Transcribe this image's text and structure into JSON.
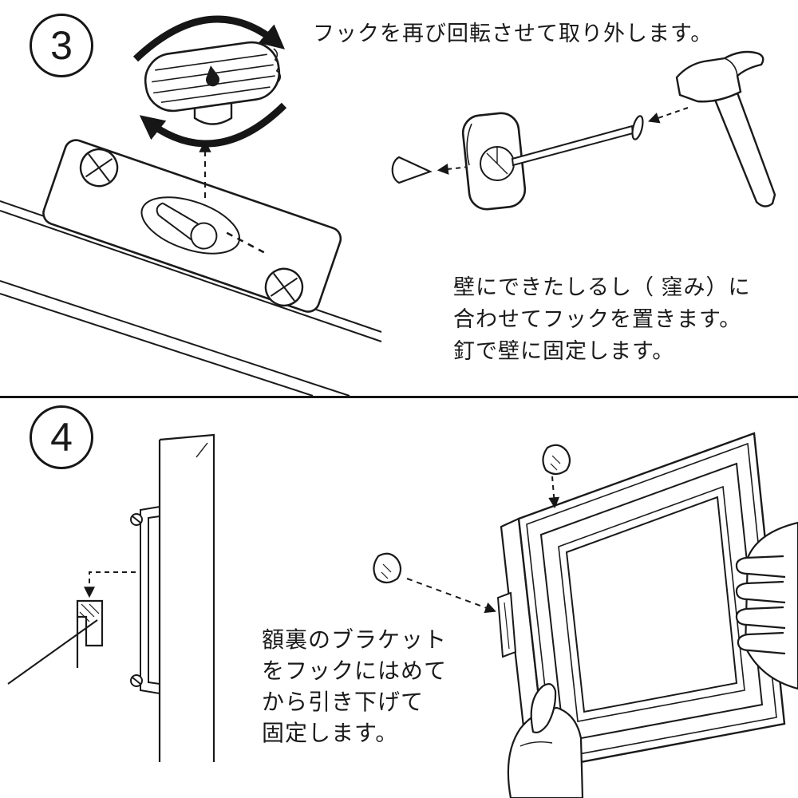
{
  "colors": {
    "background": "#ffffff",
    "ink": "#1a1a1a"
  },
  "step3": {
    "number": "3",
    "caption_top": "フックを再び回転させて取り外します。",
    "caption_right_lines": [
      "壁にできたしるし（ 窪み）に",
      "合わせてフックを置きます。",
      "釘で壁に固定します。"
    ]
  },
  "step4": {
    "number": "4",
    "caption_lines": [
      "額裏のブラケット",
      "をフックにはめて",
      "から引き下げて",
      "固定します。"
    ]
  },
  "illustrations": {
    "step3_left": "hook-knob-rotation-over-keyhole-plate",
    "step3_right": "hammer-driving-nail-through-wall-hook",
    "step4_left": "side-view-bracket-sliding-onto-wall-hook",
    "step4_right": "hands-hanging-picture-frame-on-wall-hooks"
  }
}
